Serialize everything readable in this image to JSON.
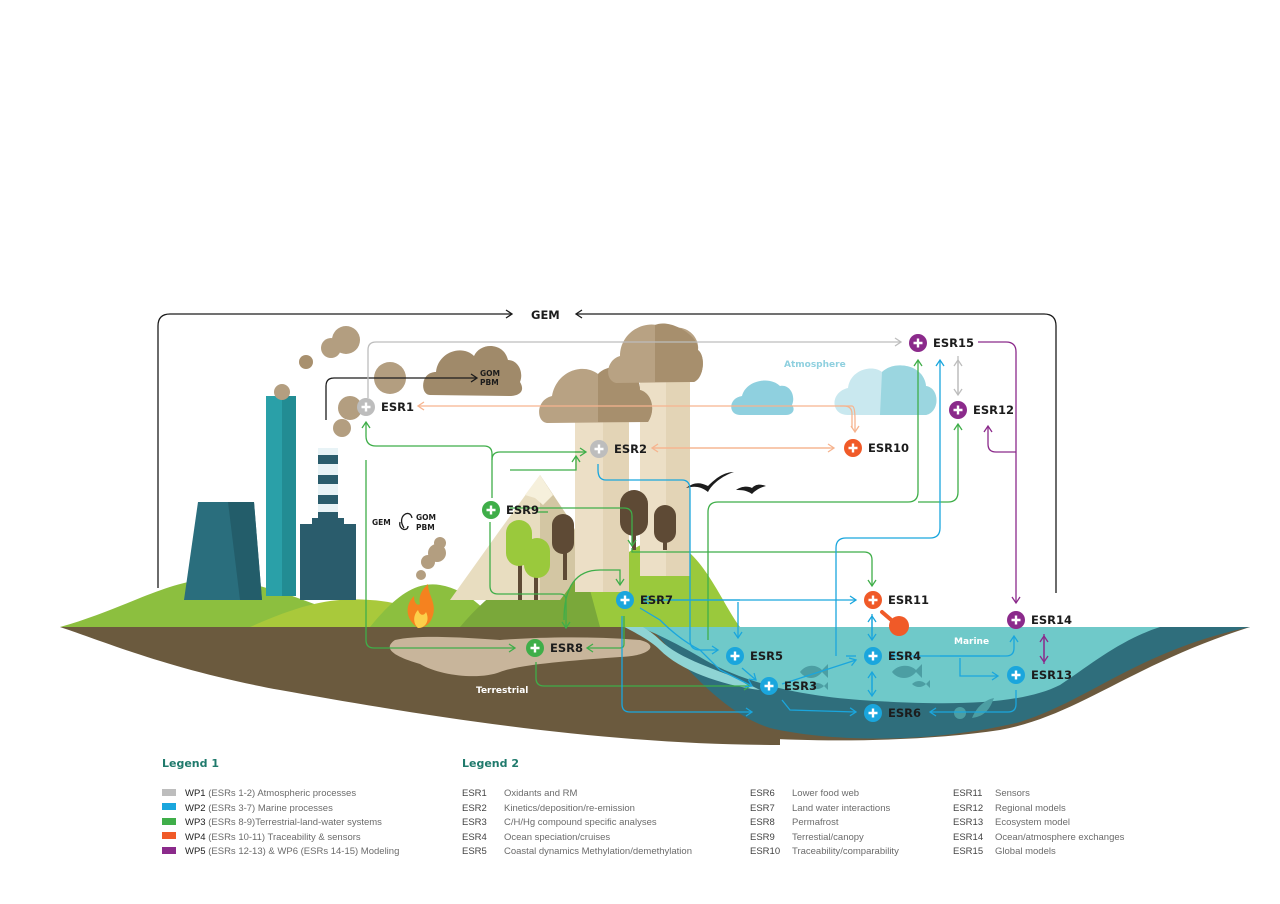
{
  "labels": {
    "gem_top": "GEM",
    "atmosphere": "Atmosphere",
    "marine": "Marine",
    "terrestrial": "Terrestrial",
    "cloud_gom": "GOM",
    "cloud_pbm": "PBM",
    "cycle_gem": "GEM",
    "cycle_gom": "GOM",
    "cycle_pbm": "PBM"
  },
  "nodes": [
    {
      "id": "ESR1",
      "label": "ESR1",
      "wp": "WP1",
      "color": "#bdbdbd"
    },
    {
      "id": "ESR2",
      "label": "ESR2",
      "wp": "WP1",
      "color": "#bdbdbd"
    },
    {
      "id": "ESR3",
      "label": "ESR3",
      "wp": "WP2",
      "color": "#1aa6dd"
    },
    {
      "id": "ESR4",
      "label": "ESR4",
      "wp": "WP2",
      "color": "#1aa6dd"
    },
    {
      "id": "ESR5",
      "label": "ESR5",
      "wp": "WP2",
      "color": "#1aa6dd"
    },
    {
      "id": "ESR6",
      "label": "ESR6",
      "wp": "WP2",
      "color": "#1aa6dd"
    },
    {
      "id": "ESR7",
      "label": "ESR7",
      "wp": "WP2",
      "color": "#1aa6dd"
    },
    {
      "id": "ESR8",
      "label": "ESR8",
      "wp": "WP3",
      "color": "#3fae49"
    },
    {
      "id": "ESR9",
      "label": "ESR9",
      "wp": "WP3",
      "color": "#3fae49"
    },
    {
      "id": "ESR10",
      "label": "ESR10",
      "wp": "WP4",
      "color": "#f05a28"
    },
    {
      "id": "ESR11",
      "label": "ESR11",
      "wp": "WP4",
      "color": "#f05a28"
    },
    {
      "id": "ESR12",
      "label": "ESR12",
      "wp": "WP5",
      "color": "#8b2a8b"
    },
    {
      "id": "ESR13",
      "label": "ESR13",
      "wp": "WP2",
      "color": "#1aa6dd"
    },
    {
      "id": "ESR14",
      "label": "ESR14",
      "wp": "WP6",
      "color": "#8b2a8b"
    },
    {
      "id": "ESR15",
      "label": "ESR15",
      "wp": "WP6",
      "color": "#8b2a8b"
    }
  ],
  "legend1": {
    "title": "Legend 1",
    "items": [
      {
        "wp": "WP1",
        "detail": " (ESRs 1-2) Atmospheric processes",
        "color": "#bdbdbd"
      },
      {
        "wp": "WP2",
        "detail": " (ESRs 3-7) Marine processes",
        "color": "#1aa6dd"
      },
      {
        "wp": "WP3",
        "detail": " (ESRs 8-9)Terrestrial-land-water systems",
        "color": "#3fae49"
      },
      {
        "wp": "WP4",
        "detail": " (ESRs 10-11) Traceability & sensors",
        "color": "#f05a28"
      },
      {
        "wp": "WP5",
        "detail": " (ESRs 12-13) & WP6 (ESRs 14-15) Modeling",
        "color": "#8b2a8b"
      }
    ]
  },
  "legend2": {
    "title": "Legend 2",
    "columns": [
      [
        {
          "code": "ESR1",
          "desc": "Oxidants and RM"
        },
        {
          "code": "ESR2",
          "desc": "Kinetics/deposition/re-emission"
        },
        {
          "code": "ESR3",
          "desc": "C/H/Hg compound specific analyses"
        },
        {
          "code": "ESR4",
          "desc": "Ocean speciation/cruises"
        },
        {
          "code": "ESR5",
          "desc": "Coastal dynamics Methylation/demethylation"
        }
      ],
      [
        {
          "code": "ESR6",
          "desc": "Lower food web"
        },
        {
          "code": "ESR7",
          "desc": "Land water interactions"
        },
        {
          "code": "ESR8",
          "desc": "Permafrost"
        },
        {
          "code": "ESR9",
          "desc": "Terrestial/canopy"
        },
        {
          "code": "ESR10",
          "desc": "Traceability/comparability"
        }
      ],
      [
        {
          "code": "ESR11",
          "desc": "Sensors"
        },
        {
          "code": "ESR12",
          "desc": "Regional models"
        },
        {
          "code": "ESR13",
          "desc": "Ecosystem model"
        },
        {
          "code": "ESR14",
          "desc": "Ocean/atmosphere exchanges"
        },
        {
          "code": "ESR15",
          "desc": "Global models"
        }
      ]
    ]
  },
  "colors": {
    "grey": "#bdbdbd",
    "blue": "#1aa6dd",
    "green": "#3fae49",
    "orange": "#f05a28",
    "purple": "#8b2a8b",
    "peach": "#f6b48f",
    "black": "#1c1c1c"
  }
}
